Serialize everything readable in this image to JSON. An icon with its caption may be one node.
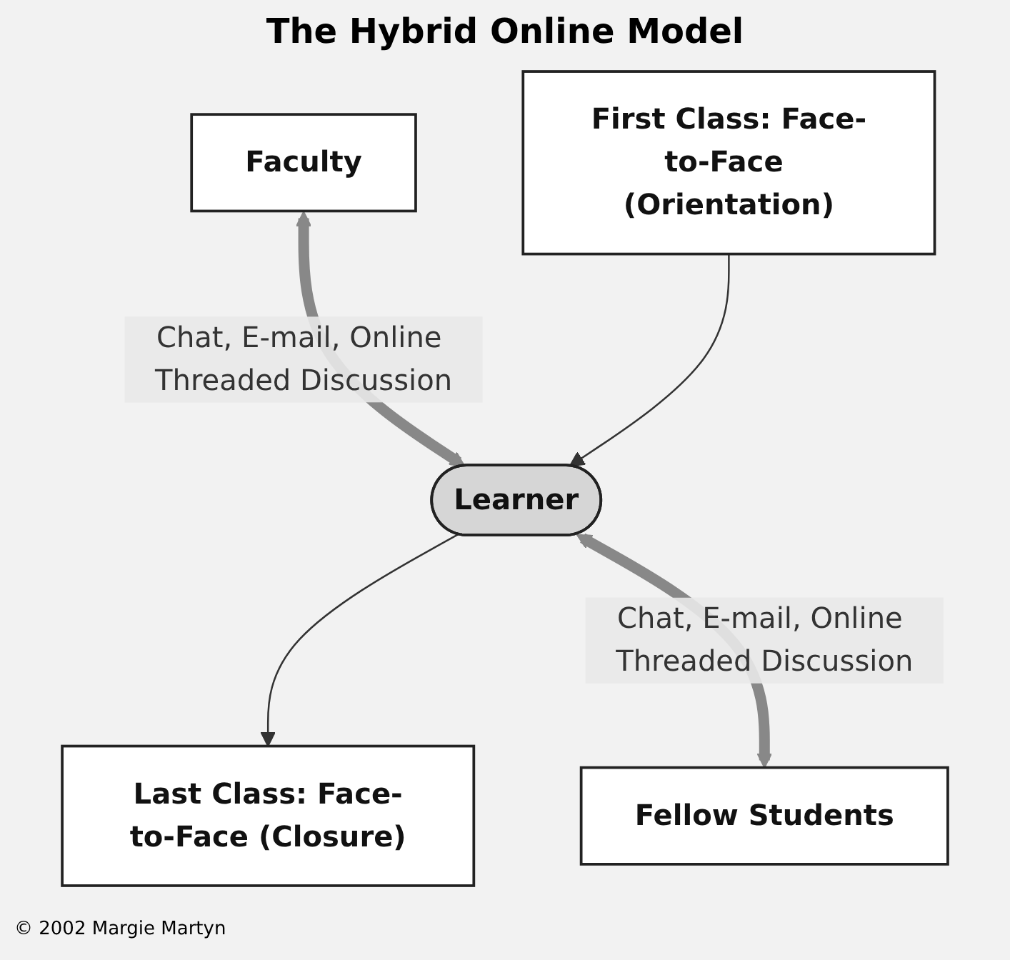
{
  "diagram": {
    "title": "The Hybrid Online Model",
    "nodes": [
      {
        "text": [
          "Faculty"
        ]
      },
      {
        "text": [
          "First Class: Face-to-Face (Orientation)"
        ]
      },
      {
        "text": [
          "Learner"
        ]
      },
      {
        "text": [
          "Last Class: Face-to-Face (Closure)"
        ]
      },
      {
        "text": [
          "Fellow Students"
        ]
      }
    ],
    "edges": [
      {
        "from": 0,
        "to": 2,
        "arrow": "both",
        "label": "Chat, E-mail, Online Threaded Discussion",
        "style": "thick"
      },
      {
        "from": 1,
        "to": 2,
        "arrow": "to"
      },
      {
        "from": 2,
        "to": 3,
        "arrow": "to"
      },
      {
        "from": 2,
        "to": 4,
        "arrow": "both",
        "label": "Chat, E-mail, Online Threaded Discussion",
        "style": "thick"
      }
    ],
    "labels": [
      "© 2002 Margie Martyn"
    ]
  }
}
